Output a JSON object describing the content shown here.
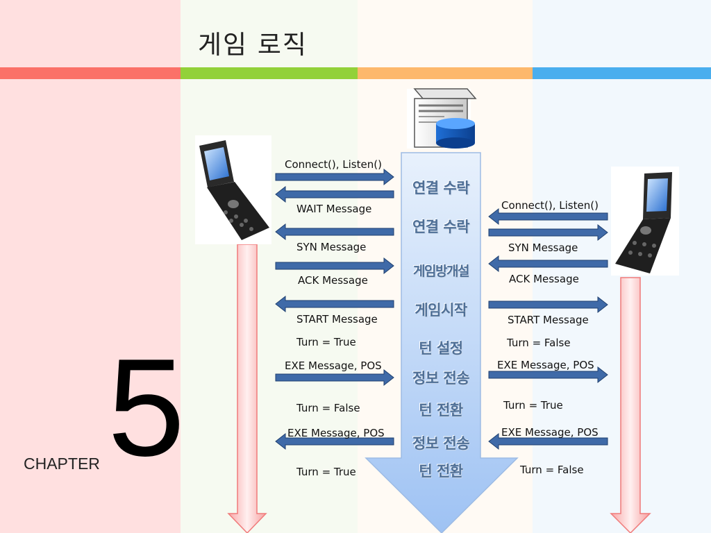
{
  "title": "게임 로직",
  "chapter": {
    "label": "CHAPTER",
    "number": "5"
  },
  "colors": {
    "band1": "#fb7168",
    "band2": "#92d139",
    "band3": "#fdb86c",
    "band4": "#4aaeee",
    "arrow": "#3f6aa8"
  },
  "server_steps": [
    "연결 수락",
    "연결 수락",
    "게임방개설",
    "게임시작",
    "턴 설정",
    "정보 전송",
    "턴 전환",
    "정보 전송",
    "턴 전환"
  ],
  "left_messages": [
    "Connect(), Listen()",
    "WAIT Message",
    "SYN Message",
    "ACK Message",
    "START Message",
    "Turn = True",
    "EXE Message, POS",
    "Turn = False",
    "EXE Message, POS",
    "Turn = True"
  ],
  "right_messages": [
    "Connect(), Listen()",
    "SYN Message",
    "ACK Message",
    "START Message",
    "Turn = False",
    "EXE Message, POS",
    "Turn = True",
    "EXE Message, POS",
    "Turn = False"
  ],
  "icons": {
    "server": "server-database-icon",
    "phone_left": "flip-phone-icon",
    "phone_right": "flip-phone-icon"
  }
}
